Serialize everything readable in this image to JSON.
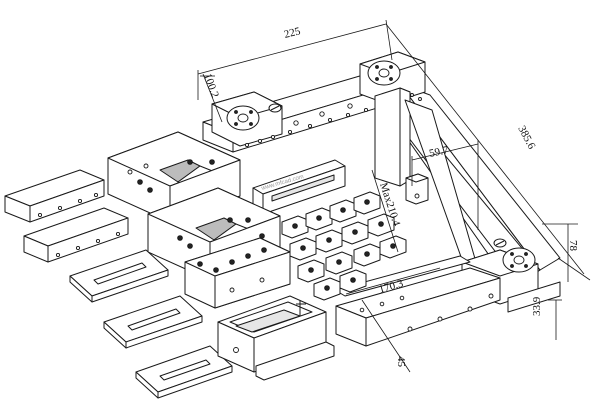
{
  "dimensions": {
    "d225": "225",
    "d100": "100.2",
    "d385": "385.6",
    "d59": "59.7",
    "dmax": "Max210.4",
    "d170": "170.3",
    "d78": "78",
    "d33": "33.9",
    "d45": "45"
  },
  "watermark": "www.mfcad.com"
}
